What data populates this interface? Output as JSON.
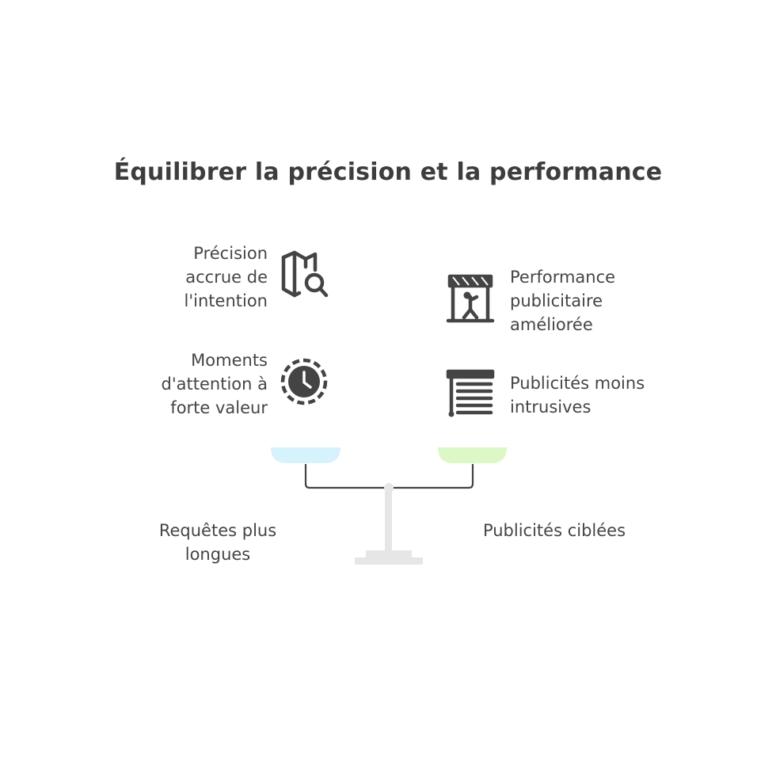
{
  "title": "Équilibrer la précision et la performance",
  "left_items": [
    {
      "label": "Précision\naccrue de\nl'intention",
      "icon": "map-search-icon"
    },
    {
      "label": "Moments\nd'attention à\nforte valeur",
      "icon": "clock-icon"
    }
  ],
  "right_items": [
    {
      "label": "Performance\npublicitaire\naméliorée",
      "icon": "stage-performer-icon"
    },
    {
      "label": "Publicités moins\nintrusives",
      "icon": "window-blinds-icon"
    }
  ],
  "scale": {
    "left_label": "Requêtes plus\nlongues",
    "right_label": "Publicités ciblées",
    "left_pan_color": "#d6f3fd",
    "right_pan_color": "#ddf7c6",
    "beam_color": "#444444",
    "stand_color": "#e6e6e6"
  },
  "colors": {
    "text": "#454545",
    "icon": "#444444"
  }
}
